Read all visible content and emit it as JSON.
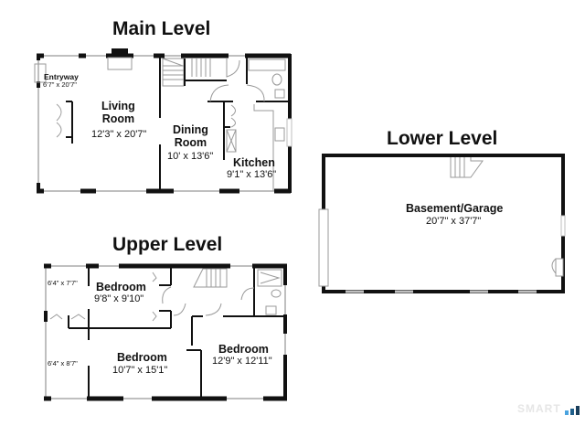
{
  "levels": {
    "main": {
      "title": "Main Level",
      "rooms": {
        "entryway": {
          "name": "Entryway",
          "dims": "6'7\" x 20'7\""
        },
        "living": {
          "name": "Living\nRoom",
          "name_line1": "Living",
          "name_line2": "Room",
          "dims": "12'3\" x 20'7\""
        },
        "dining": {
          "name_line1": "Dining",
          "name_line2": "Room",
          "dims": "10' x 13'6\""
        },
        "kitchen": {
          "name": "Kitchen",
          "dims": "9'1\" x 13'6\""
        }
      }
    },
    "upper": {
      "title": "Upper Level",
      "rooms": {
        "small_a": {
          "dims": "6'4\" x 7'7\""
        },
        "small_b": {
          "dims": "6'4\" x 8'7\""
        },
        "bedroom1": {
          "name": "Bedroom",
          "dims": "9'8\" x 9'10\""
        },
        "bedroom2": {
          "name": "Bedroom",
          "dims": "10'7\" x 15'1\""
        },
        "bedroom3": {
          "name": "Bedroom",
          "dims": "12'9\" x 12'11\""
        }
      }
    },
    "lower": {
      "title": "Lower Level",
      "rooms": {
        "basement": {
          "name": "Basement/Garage",
          "dims": "20'7\" x 37'7\""
        }
      }
    }
  },
  "watermark": {
    "text": "SMART",
    "bar_colors": [
      "#4aa3df",
      "#1f5f8b",
      "#1a3f5c"
    ]
  },
  "colors": {
    "wall": "#111111",
    "window": "#bfbfbf",
    "fixture": "#9a9a9a"
  }
}
